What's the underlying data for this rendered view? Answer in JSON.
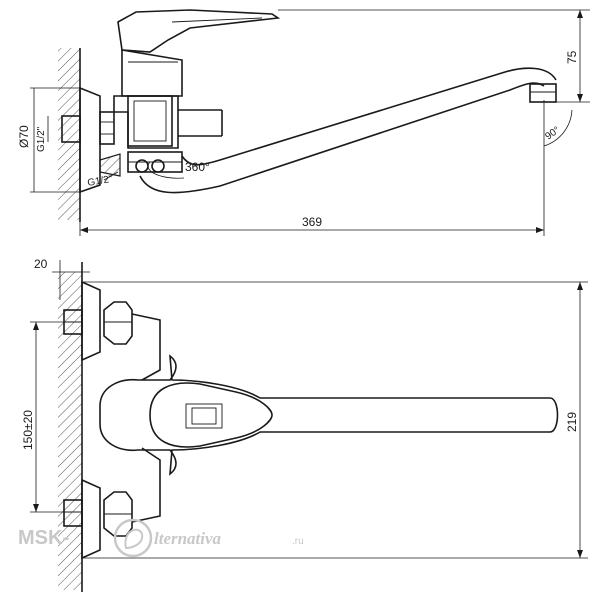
{
  "dimensions": {
    "height_75": "75",
    "diameter_70": "Ø70",
    "thread_top": "G1/2\"",
    "thread_small": "G1/2\"",
    "rotation": "360°",
    "spout_angle": "90°",
    "length_369": "369",
    "wall_offset_20": "20",
    "spacing": "150±20",
    "depth_219": "219"
  },
  "watermark": {
    "brand_left": "MSK-",
    "brand_right": "lternativa",
    "brand_domain": ".ru"
  }
}
